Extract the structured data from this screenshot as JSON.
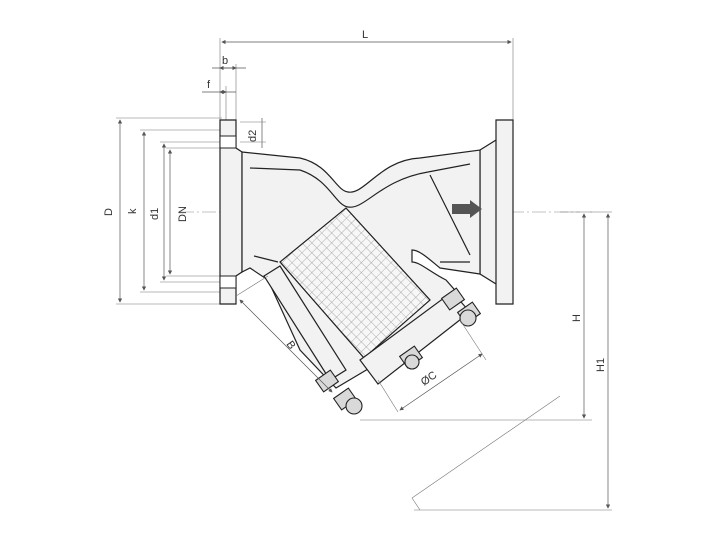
{
  "labels": {
    "L": "L",
    "b": "b",
    "f": "f",
    "D": "D",
    "k": "k",
    "d1": "d1",
    "DN": "DN",
    "d2": "d2",
    "B": "B",
    "C": "ØC",
    "H": "H",
    "H1": "H1"
  }
}
